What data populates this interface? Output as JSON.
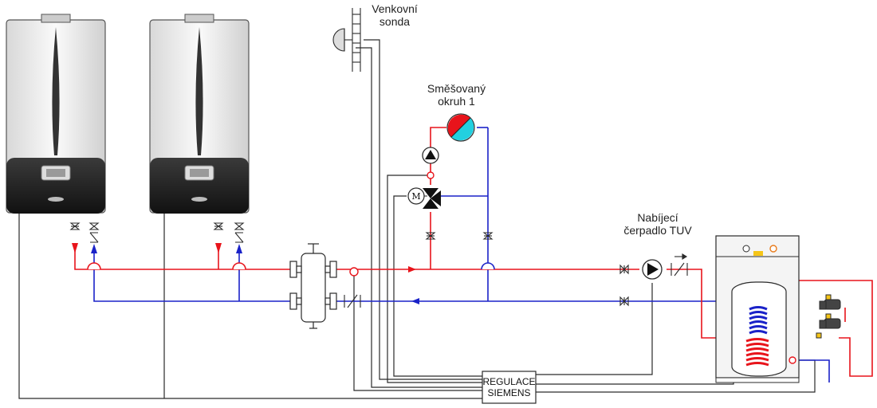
{
  "labels": {
    "outdoor_sensor_line1": "Venkovní",
    "outdoor_sensor_line2": "sonda",
    "mixed_circuit_line1": "Směšovaný",
    "mixed_circuit_line2": "okruh 1",
    "charging_pump_line1": "Nabíjecí",
    "charging_pump_line2": "čerpadlo TUV",
    "controller_line1": "REGULACE",
    "controller_line2": "SIEMENS",
    "motor_letter": "M"
  },
  "colors": {
    "supply": "#e8141b",
    "return": "#1a22c8",
    "control": "#2a2a2a",
    "accent_yellow": "#f5c518",
    "accent_orange": "#e87a1a",
    "room_unit_cyan": "#22d0e0"
  },
  "icons": {
    "boiler": "wall-hung-boiler-icon",
    "hydraulic_separator": "hydraulic-separator-icon",
    "pump": "circulation-pump-icon",
    "mixing_valve": "three-way-mixing-valve-icon",
    "room_unit": "room-unit-icon",
    "outdoor_sensor": "outdoor-sensor-icon",
    "tank": "hot-water-tank-icon",
    "tap": "water-tap-icon"
  }
}
